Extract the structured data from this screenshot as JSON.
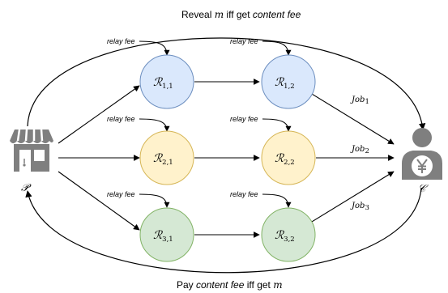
{
  "top_caption": {
    "prefix": "Reveal ",
    "var": "m",
    "middle": " iff get ",
    "emph": "content fee"
  },
  "bottom_caption": {
    "prefix": "Pay ",
    "emph": "content fee",
    "middle": " iff get ",
    "var": "m"
  },
  "provider": {
    "symbol": "𝒫"
  },
  "consumer": {
    "symbol": "𝒞",
    "icon": "yen-person-icon"
  },
  "relays": [
    {
      "id": "r11",
      "sym": "ℛ",
      "sub": "1,1",
      "fill": "#dae8fc",
      "stroke": "#6c8ebf"
    },
    {
      "id": "r12",
      "sym": "ℛ",
      "sub": "1,2",
      "fill": "#dae8fc",
      "stroke": "#6c8ebf"
    },
    {
      "id": "r21",
      "sym": "ℛ",
      "sub": "2,1",
      "fill": "#fff2cc",
      "stroke": "#d6b656"
    },
    {
      "id": "r22",
      "sym": "ℛ",
      "sub": "2,2",
      "fill": "#fff2cc",
      "stroke": "#d6b656"
    },
    {
      "id": "r31",
      "sym": "ℛ",
      "sub": "3,1",
      "fill": "#d5e8d4",
      "stroke": "#82b366"
    },
    {
      "id": "r32",
      "sym": "ℛ",
      "sub": "3,2",
      "fill": "#d5e8d4",
      "stroke": "#82b366"
    }
  ],
  "relay_fee_label": "relay fee",
  "jobs": [
    {
      "name": "Job",
      "sub": "1"
    },
    {
      "name": "Job",
      "sub": "2"
    },
    {
      "name": "Job",
      "sub": "3"
    }
  ]
}
